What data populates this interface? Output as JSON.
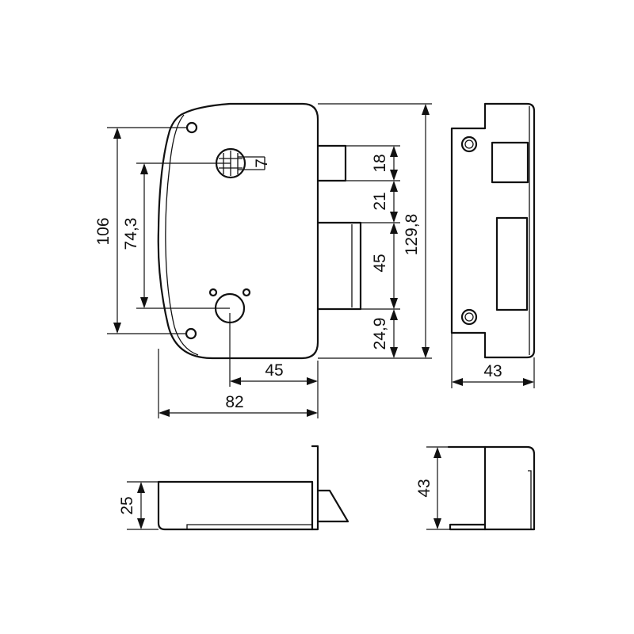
{
  "dimensions": {
    "height_106": "106",
    "height_74_3": "74,3",
    "bolt_18": "18",
    "gap_21": "21",
    "latch_45": "45",
    "bottom_24_9": "24,9",
    "total_129_8": "129,8",
    "backset_45": "45",
    "width_82": "82",
    "keeper_43": "43",
    "depth_25": "25",
    "keeper_side_43": "43",
    "small_7": "7"
  }
}
